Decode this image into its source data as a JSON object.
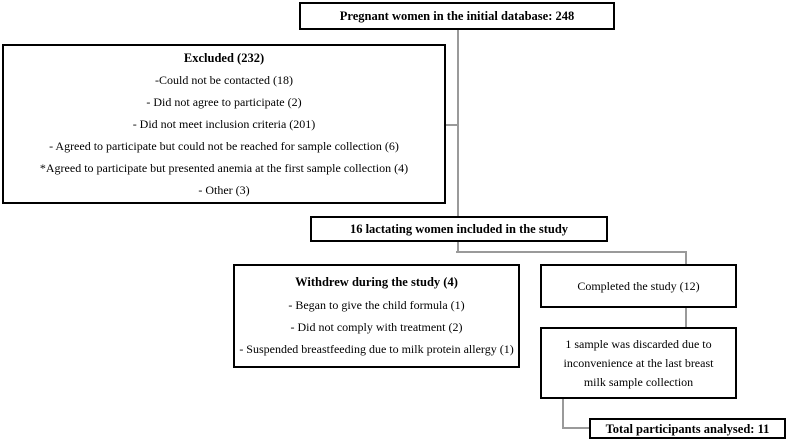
{
  "initial": {
    "title": "Pregnant women in the initial database: 248"
  },
  "excluded": {
    "title": "Excluded (232)",
    "lines": [
      "-Could not be contacted (18)",
      "-  Did not agree to participate (2)",
      "- Did not meet inclusion criteria (201)",
      "- Agreed to participate but could not be reached for sample collection (6)",
      "*Agreed to participate but presented anemia at the first sample collection (4)",
      "- Other (3)"
    ]
  },
  "included": {
    "title": "16 lactating women included in the study"
  },
  "withdrew": {
    "title": "Withdrew during the study (4)",
    "lines": [
      "- Began to give the child formula (1)",
      "- Did not comply with treatment (2)",
      "- Suspended breastfeeding due to milk protein allergy (1)"
    ]
  },
  "completed": {
    "title": "Completed the study (12)"
  },
  "discarded": {
    "lines": [
      "1 sample was discarded due to",
      "inconvenience at the last breast",
      "milk sample collection"
    ]
  },
  "total": {
    "title": "Total participants analysed: 11"
  }
}
